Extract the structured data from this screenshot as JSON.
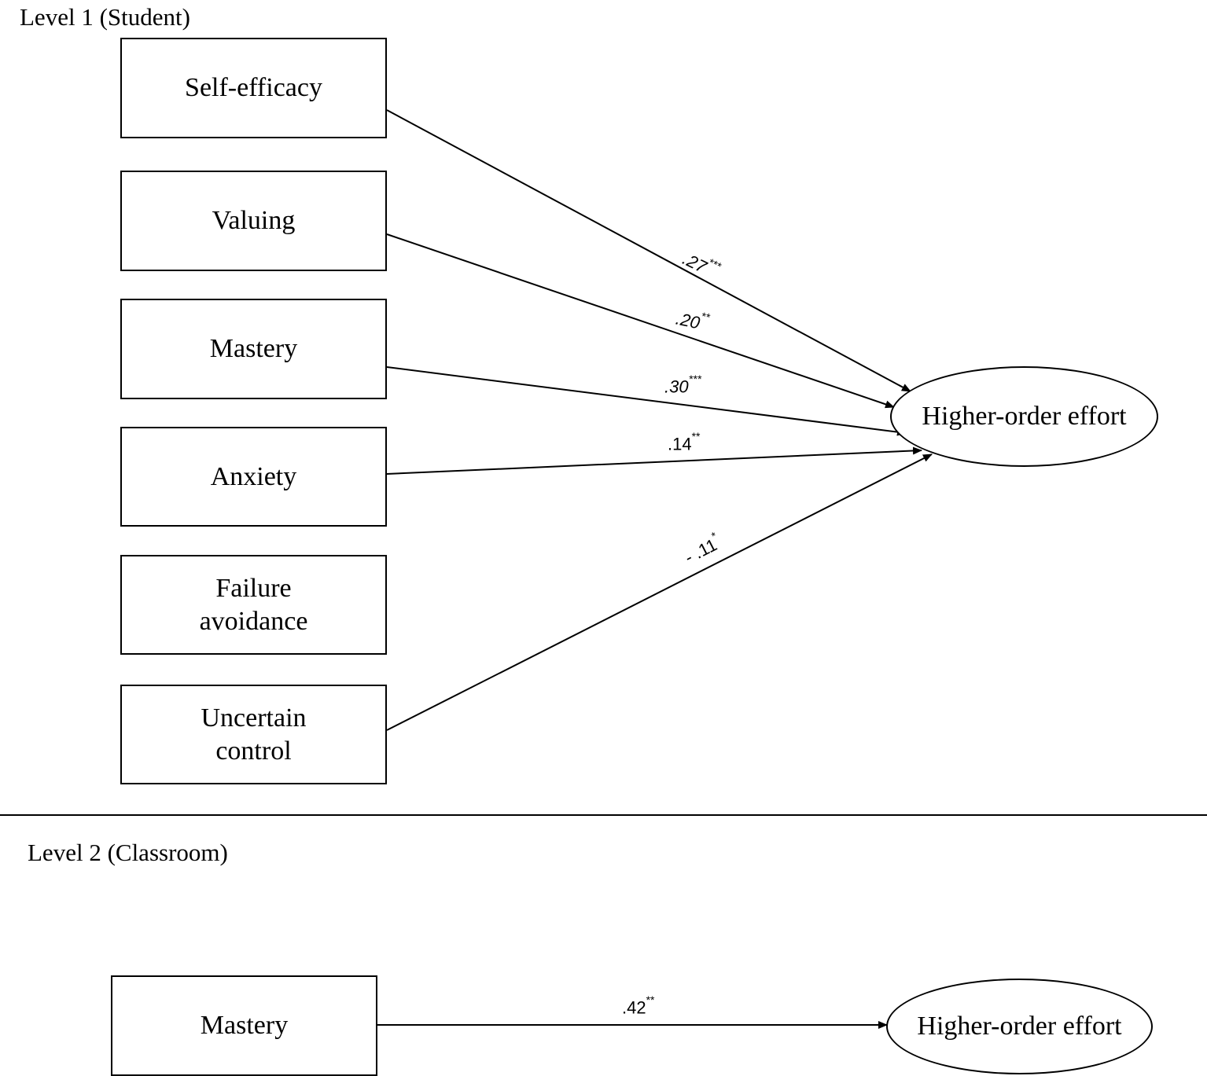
{
  "level1": {
    "title": "Level 1 (Student)",
    "predictors": [
      {
        "label": "Self-efficacy"
      },
      {
        "label": "Valuing"
      },
      {
        "label": "Mastery"
      },
      {
        "label": "Anxiety"
      },
      {
        "label_line1": "Failure",
        "label_line2": "avoidance"
      },
      {
        "label_line1": "Uncertain",
        "label_line2": "control"
      }
    ],
    "outcome": "Higher-order effort",
    "paths": [
      {
        "from": "Self-efficacy",
        "value": ".27",
        "sig": "***"
      },
      {
        "from": "Valuing",
        "value": ".20",
        "sig": "**"
      },
      {
        "from": "Mastery",
        "value": ".30",
        "sig": "***"
      },
      {
        "from": "Anxiety",
        "value": ".14",
        "sig": "**"
      },
      {
        "from": "Uncertain control",
        "value": "- .11",
        "sig": "*"
      }
    ]
  },
  "level2": {
    "title": "Level 2 (Classroom)",
    "predictor": "Mastery",
    "outcome": "Higher-order effort",
    "path": {
      "value": ".42",
      "sig": "**"
    }
  }
}
